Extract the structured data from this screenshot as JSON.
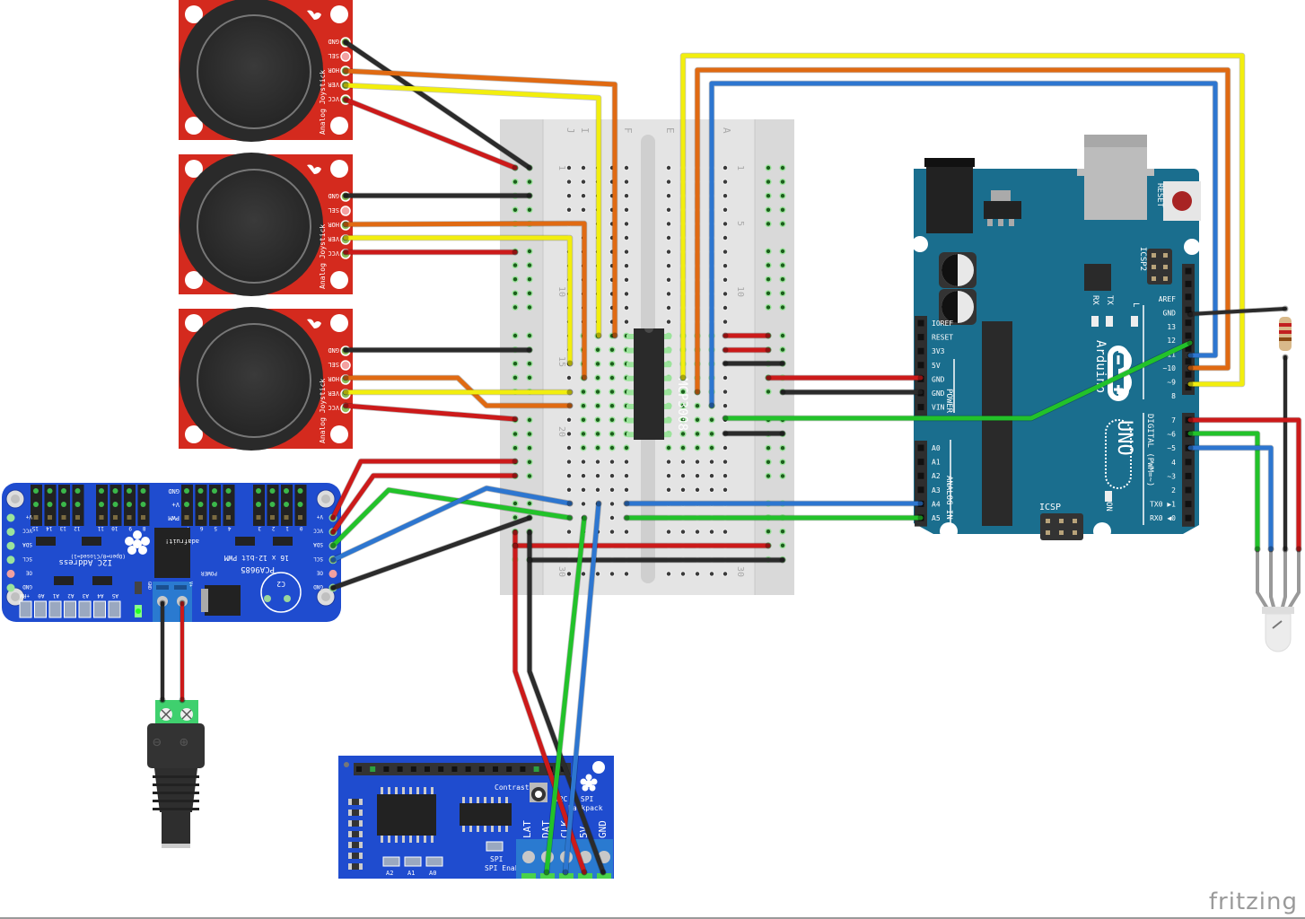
{
  "diagram": {
    "tool": "fritzing",
    "brand_label": "fritzing"
  },
  "colors": {
    "joystick_pcb": "#d42a1e",
    "adafruit_blue": "#1f4ccf",
    "arduino_teal": "#1a6e8e",
    "breadboard": "#dcdcdc",
    "wire_red": "#cc1a1a",
    "wire_black": "#2b2b2b",
    "wire_orange": "#e06a12",
    "wire_yellow": "#f2ee0e",
    "wire_green": "#22c22a",
    "wire_blue": "#2d76d0"
  },
  "joysticks": [
    {
      "id": "joystick-1",
      "label": "Analog Joystick",
      "pins": [
        "GND",
        "SEL",
        "HOR",
        "VER",
        "VCC"
      ]
    },
    {
      "id": "joystick-2",
      "label": "Analog Joystick",
      "pins": [
        "GND",
        "SEL",
        "HOR",
        "VER",
        "VCC"
      ]
    },
    {
      "id": "joystick-3",
      "label": "Analog Joystick",
      "pins": [
        "GND",
        "SEL",
        "HOR",
        "VER",
        "VCC"
      ]
    }
  ],
  "pwm_driver": {
    "title": "16 x 12-bit PWM",
    "chip": "PCA9685",
    "brand": "adafruit!",
    "i2c_label": "I2C Address",
    "i2c_sub": "(Open=0/Closed=1)",
    "power_label": "POWER",
    "cap_label": "C2",
    "header_rows": [
      "GND",
      "V+",
      "PWM"
    ],
    "channel_labels": [
      "15",
      "14",
      "13",
      "12",
      "11",
      "10",
      "9",
      "8",
      "7",
      "6",
      "5",
      "4",
      "3",
      "2",
      "1",
      "0"
    ],
    "left_pins": [
      "V+",
      "VCC",
      "SDA",
      "SCL",
      "OE",
      "GND"
    ],
    "right_pins": [
      "V+",
      "VCC",
      "SDA",
      "SCL",
      "OE",
      "GND"
    ],
    "address_pads": [
      "A5",
      "A4",
      "A3",
      "A2",
      "A1",
      "A0",
      "+RW"
    ],
    "terminal_labels": [
      "GND",
      "V+"
    ]
  },
  "breadboard": {
    "column_letters": [
      "J",
      "I",
      "F",
      "E",
      "A"
    ],
    "row_numbers": [
      "1",
      "5",
      "10",
      "15",
      "20",
      "25",
      "30"
    ]
  },
  "mcp_chip": {
    "label": "MCP3008"
  },
  "arduino": {
    "brand": "Arduino",
    "model": "UNO",
    "reset_label": "RESET",
    "icsp2_label": "ICSP2",
    "icsp_label": "ICSP",
    "tx_label": "TX",
    "rx_label": "RX",
    "l_label": "L",
    "on_label": "ON",
    "power_label": "POWER",
    "analog_label": "ANALOG IN",
    "digital_label": "DIGITAL (PWM=~)",
    "power_pins": [
      "IOREF",
      "RESET",
      "3V3",
      "5V",
      "GND",
      "GND",
      "VIN"
    ],
    "analog_pins": [
      "A0",
      "A1",
      "A2",
      "A3",
      "A4",
      "A5"
    ],
    "digital_top": [
      "AREF",
      "GND",
      "13",
      "12",
      "~11",
      "~10",
      "~9",
      "8"
    ],
    "digital_bottom": [
      "7",
      "~6",
      "~5",
      "4",
      "~3",
      "2",
      "TX0 ▶1",
      "RX0 ◀0"
    ]
  },
  "lcd_backpack": {
    "contrast_label": "Contrast",
    "i2c_spi_label": "I2C / SPI",
    "backpack_label": "backpack",
    "spi_enable_label": "SPI Enable",
    "address_pads": [
      "A2",
      "A1",
      "A0"
    ],
    "terminals": [
      "LAT",
      "DAT",
      "CLK",
      "5V",
      "GND"
    ]
  },
  "dc_jack": {
    "minus_label": "⊖",
    "plus_label": "⊕"
  },
  "resistor": {
    "bands": [
      "#c22020",
      "#c22020",
      "#8a4a14"
    ]
  },
  "rgb_led": {
    "leg_count": 4
  }
}
